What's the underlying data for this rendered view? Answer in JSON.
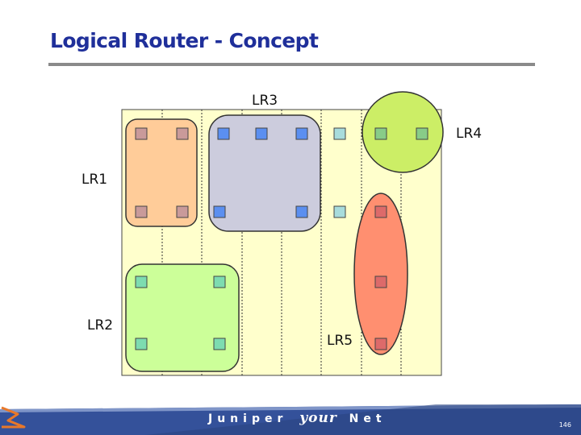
{
  "slide": {
    "title": "Logical Router - Concept",
    "page_number": "146"
  },
  "diagram": {
    "labels": {
      "lr1": "LR1",
      "lr2": "LR2",
      "lr3": "LR3",
      "lr4": "LR4",
      "lr5": "LR5"
    },
    "colors": {
      "chassis": "#ffffcc",
      "lr1": "#ffcc99",
      "lr2": "#ccff99",
      "lr3": "#ccccdd",
      "lr4": "#ccee66",
      "lr5": "#ff8f70",
      "port_lr1": "#c99a9a",
      "port_lr2": "#7ddcb0",
      "port_lr3": "#5b8ff0",
      "port_free": "#a8dcdc",
      "port_lr4": "#88cc88",
      "port_lr5": "#dd6a6a"
    }
  },
  "footer": {
    "brand_pre": "Juniper",
    "brand_mid": "your",
    "brand_post": "Net",
    "bar_color": "#34519a",
    "accent_color": "#e8782a"
  }
}
